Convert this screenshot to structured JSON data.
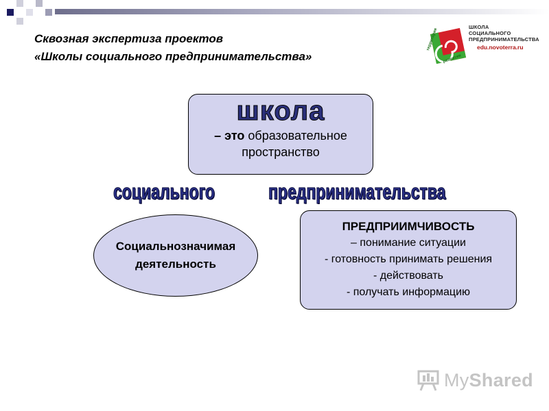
{
  "header": {
    "title_line1": "Сквозная экспертиза проектов",
    "title_line2": "«Школы социального предпринимательства»"
  },
  "logo": {
    "line1": "ШКОЛА",
    "line2": "СОЦИАЛЬНОГО",
    "line3": "ПРЕДПРИНИМАТЕЛЬСТВА",
    "url": "edu.novoterra.ru",
    "side_text_left": "территория",
    "side_text_bottom": "развития"
  },
  "school_box": {
    "word": "школа",
    "line1_bold": "– это",
    "line1_rest": " образовательное",
    "line2": "пространство"
  },
  "word_art": {
    "left": "социального",
    "right": "предпринимательства"
  },
  "ellipse": {
    "line1": "Социальнозначимая",
    "line2": "деятельность"
  },
  "right_box": {
    "heading": "ПРЕДПРИИМЧИВОСТЬ",
    "items": [
      "– понимание ситуации",
      "-  готовность принимать решения",
      "- действовать",
      "- получать информацию"
    ]
  },
  "watermark": {
    "text_a": "My",
    "text_b": "Shared"
  },
  "colors": {
    "box_fill": "#d3d3ee",
    "word_art": "#2a3088",
    "logo_red": "#d4202a",
    "logo_green": "#3aa935"
  }
}
